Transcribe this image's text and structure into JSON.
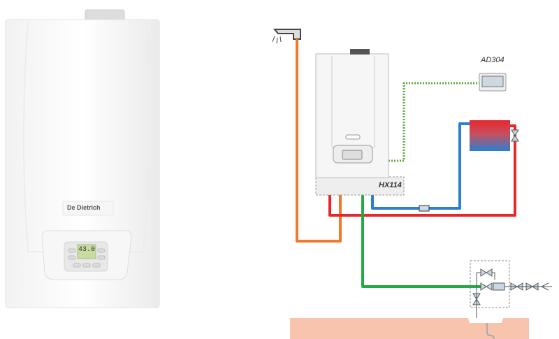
{
  "product": {
    "brand": "De Dietrich",
    "display_value": "43.0"
  },
  "diagram": {
    "thermostat_label": "AD304",
    "module_label": "HX114"
  },
  "colors": {
    "hot": "#e8262b",
    "cold": "#2a7fd0",
    "dhw": "#f07a2a",
    "fill": "#22aa44",
    "floor": "#f8c4ad"
  }
}
